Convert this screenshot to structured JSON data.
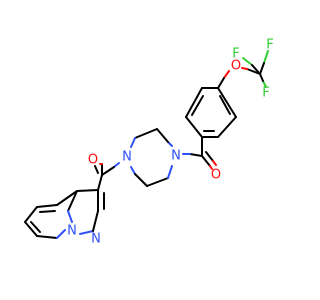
{
  "molecule": {
    "atoms": {
      "fluorine_top": {
        "symbol": "F",
        "color": "#33cc33"
      },
      "fluorine_left": {
        "symbol": "F",
        "color": "#33cc33"
      },
      "fluorine_bottom": {
        "symbol": "F",
        "color": "#33cc33"
      },
      "ether_oxygen": {
        "symbol": "O",
        "color": "#ff0d0d"
      },
      "carbonyl_oxygen_right": {
        "symbol": "O",
        "color": "#ff0d0d"
      },
      "carbonyl_oxygen_left": {
        "symbol": "O",
        "color": "#ff0d0d"
      },
      "piperazine_nitrogen_right": {
        "symbol": "N",
        "color": "#3050f8"
      },
      "piperazine_nitrogen_left": {
        "symbol": "N",
        "color": "#3050f8"
      },
      "pyrazole_nitrogen_bridge": {
        "symbol": "N",
        "color": "#3050f8"
      },
      "pyrazole_nitrogen": {
        "symbol": "N",
        "color": "#3050f8"
      }
    },
    "bond_color": "#000000"
  }
}
